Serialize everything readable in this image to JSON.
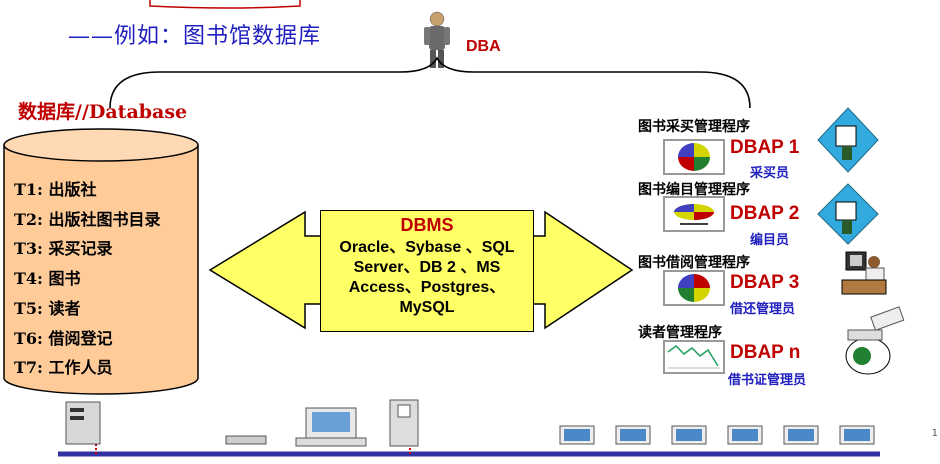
{
  "subtitle": "——例如：图书馆数据库",
  "dba_label": "DBA",
  "database_title": "数据库//Database",
  "tables": [
    "T1: 出版社",
    "T2: 出版社图书目录",
    "T3: 采买记录",
    "T4: 图书",
    "T5: 读者",
    "T6: 借阅登记",
    "T7: 工作人员"
  ],
  "dbms": {
    "title": "DBMS",
    "products": "Oracle、Sybase 、SQL Server、DB 2 、MS Access、Postgres、MySQL"
  },
  "applications": [
    {
      "program": "图书采买管理程序",
      "dbap": "DBAP 1",
      "role": "采买员"
    },
    {
      "program": "图书编目管理程序",
      "dbap": "DBAP 2",
      "role": "编目员"
    },
    {
      "program": "图书借阅管理程序",
      "dbap": "DBAP 3",
      "role": "借还管理员"
    },
    {
      "program": "读者管理程序",
      "dbap": "DBAP n",
      "role": "借书证管理员"
    }
  ],
  "page_number": "1",
  "colors": {
    "cylinder_fill": "#ffcc99",
    "arrow_fill": "#ffff66",
    "accent_red": "#c00000",
    "accent_blue": "#2020c0"
  }
}
